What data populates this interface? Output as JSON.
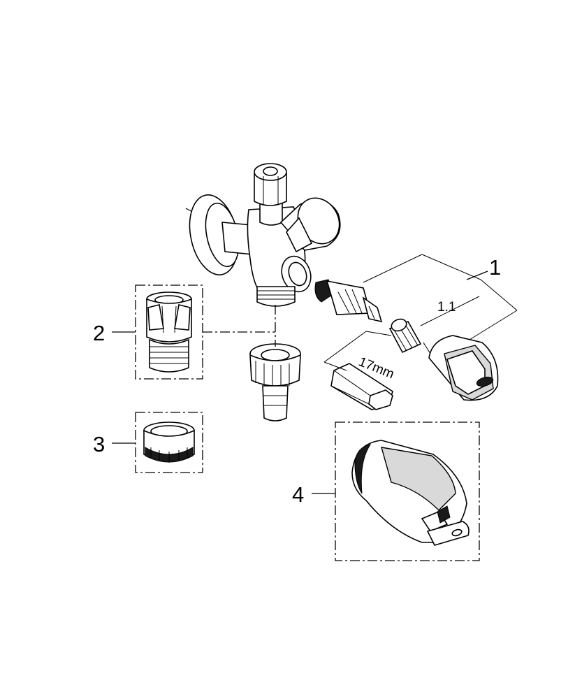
{
  "callouts": {
    "c1": "1",
    "c1_1": "1.1",
    "c2": "2",
    "c3": "3",
    "c4": "4"
  },
  "wrench_size": "17mm"
}
